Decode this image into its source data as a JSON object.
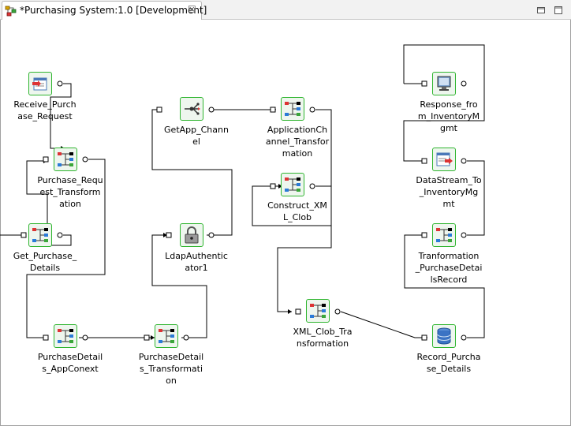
{
  "tab": {
    "title": "*Purchasing System:1.0 [Development]",
    "close_glyph": "☒",
    "icon": "diagram-icon"
  },
  "window": {
    "minimize_icon": "minimize-icon",
    "maximize_icon": "maximize-icon"
  },
  "nodes": {
    "receive_purchase_request": {
      "label": "Receive_Purch\nase_Request",
      "icon": "receive-icon"
    },
    "purchase_request_transformation": {
      "label": "Purchase_Requ\nest_Transform\nation",
      "icon": "transform-icon"
    },
    "get_purchase_details": {
      "label": "Get_Purchase_\nDetails",
      "icon": "transform-icon"
    },
    "purchasedetails_appconext": {
      "label": "PurchaseDetail\ns_AppConext",
      "icon": "transform-icon"
    },
    "purchasedetails_transformation": {
      "label": "PurchaseDetail\ns_Transformati\non",
      "icon": "transform-icon"
    },
    "getapp_channel": {
      "label": "GetApp_Chann\nel",
      "icon": "router-icon"
    },
    "ldapauthenticator1": {
      "label": "LdapAuthentic\nator1",
      "icon": "lock-icon"
    },
    "applicationchannel_transformation": {
      "label": "ApplicationCh\nannel_Transfor\nmation",
      "icon": "transform-icon"
    },
    "construct_xml_clob": {
      "label": "Construct_XM\nL_Clob",
      "icon": "transform-icon"
    },
    "xml_clob_transformation": {
      "label": "XML_Clob_Tra\nnsformation",
      "icon": "transform-icon"
    },
    "response_from_inventorymgmt": {
      "label": "Response_fro\nm_InventoryM\ngmt",
      "icon": "monitor-icon"
    },
    "datastream_to_inventorymgmt": {
      "label": "DataStream_To\n_InventoryMg\nmt",
      "icon": "datastream-icon"
    },
    "tranformation_purchasedetailsrecord": {
      "label": "Tranformation\n_PurchaseDetai\nlsRecord",
      "icon": "transform-icon"
    },
    "record_purchase_details": {
      "label": "Record_Purcha\nse_Details",
      "icon": "database-icon"
    }
  }
}
